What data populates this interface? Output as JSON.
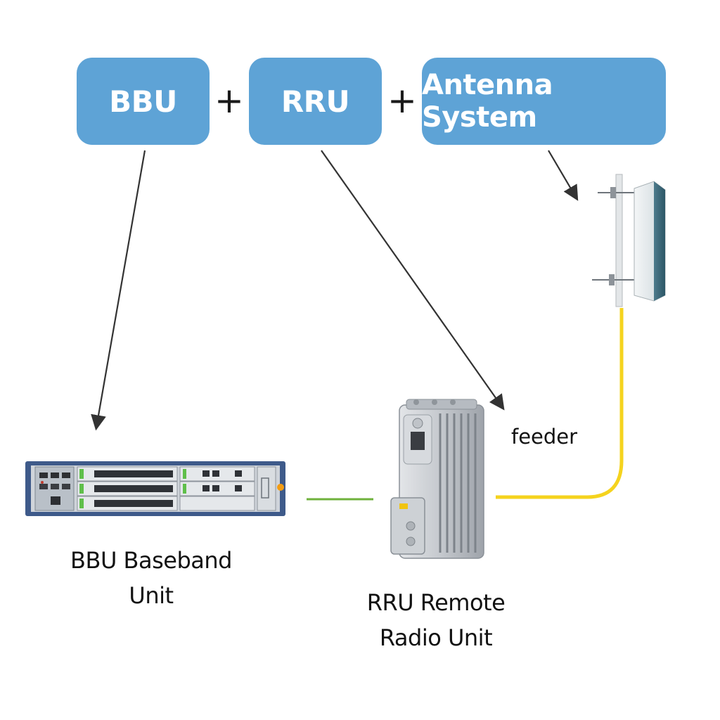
{
  "header": {
    "boxes": [
      {
        "label": "BBU"
      },
      {
        "label": "RRU"
      },
      {
        "label": "Antenna System"
      }
    ],
    "plus_sign": "+"
  },
  "captions": {
    "bbu_line1": "BBU Baseband",
    "bbu_line2": "Unit",
    "rru_line1": "RRU Remote",
    "rru_line2": "Radio Unit",
    "feeder": "feeder"
  },
  "colors": {
    "box_fill": "#5ea3d6",
    "arrow": "#333333",
    "fiber_link": "#6fb23c",
    "feeder_cable": "#f5d31e",
    "bbu_chassis": "#3e5a8a"
  },
  "icons": {
    "bbu": "bbu-rack-unit-icon",
    "rru": "rru-radio-unit-icon",
    "antenna": "panel-antenna-icon"
  }
}
